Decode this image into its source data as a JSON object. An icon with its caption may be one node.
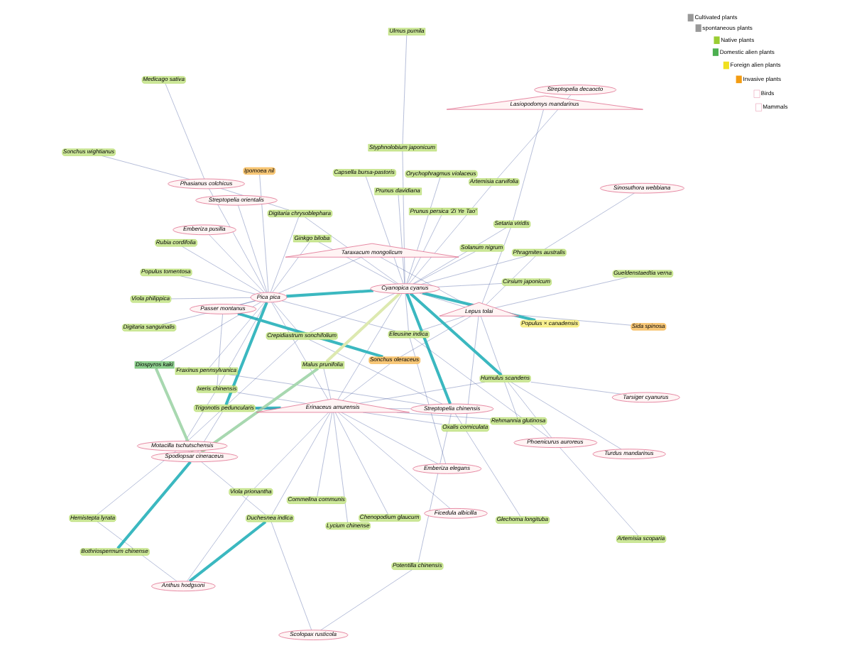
{
  "diagram": {
    "nodes": [
      {
        "text": [
          "Erinaceus amurensis"
        ]
      },
      {
        "text": [
          "Lepus tolai"
        ]
      },
      {
        "text": [
          "Cyanopica cyanus"
        ]
      },
      {
        "text": [
          "Pica pica"
        ]
      },
      {
        "text": [
          "Spodiopsar cineraceus"
        ]
      },
      {
        "text": [
          "Passer montanus"
        ]
      },
      {
        "text": [
          "Streptopelia chinensis"
        ]
      },
      {
        "text": [
          "Ficedula albicilla"
        ]
      },
      {
        "text": [
          "Lycium chinense"
        ]
      },
      {
        "text": [
          "Chenopodium glaucum"
        ]
      },
      {
        "text": [
          "Rehmannia glutinosa"
        ]
      },
      {
        "text": [
          "Oxalis corniculata"
        ]
      },
      {
        "text": [
          "Sida spinosa"
        ]
      },
      {
        "text": [
          "Gueldenstaedtia verna"
        ]
      },
      {
        "text": [
          "Sonchus oleraceus"
        ]
      },
      {
        "text": [
          "Taraxacum mongolicum"
        ]
      },
      {
        "text": [
          "Phragmites australis"
        ]
      },
      {
        "text": [
          "Sinosuthora webbiana"
        ]
      },
      {
        "text": [
          "Emberiza elegans"
        ]
      },
      {
        "text": [
          "Lasiopodomys mandarinus"
        ]
      },
      {
        "text": [
          "Setaria viridis"
        ]
      },
      {
        "text": [
          "Eleusine indica"
        ]
      },
      {
        "text": [
          "Streptopelia decaocto"
        ]
      },
      {
        "text": [
          "Artemisia carvifolia"
        ]
      },
      {
        "text": [
          "Viola prionantha"
        ]
      },
      {
        "text": [
          "Anthus hodgsoni"
        ]
      },
      {
        "text": [
          "Duchesnea indica"
        ]
      },
      {
        "text": [
          "Commelina communis"
        ]
      },
      {
        "text": [
          "Artemisia scoparia"
        ]
      },
      {
        "text": [
          "Phoenicurus auroreus"
        ]
      },
      {
        "text": [
          "Orychophragmus violaceus"
        ]
      },
      {
        "text": [
          "Phasianus colchicus"
        ]
      },
      {
        "text": [
          "Hemistepta lyrata"
        ]
      },
      {
        "text": [
          "Ixeris chinensis"
        ]
      },
      {
        "text": [
          "Motacilla tschutschensis"
        ]
      },
      {
        "text": [
          "Viola philippica"
        ]
      },
      {
        "text": [
          "Tarsiger cyanurus"
        ]
      },
      {
        "text": [
          "Prunus davidiana"
        ]
      },
      {
        "text": [
          "Capsella bursa-pastoris"
        ]
      },
      {
        "text": [
          "Sonchus wightianus"
        ]
      },
      {
        "text": [
          "Medicago sativa"
        ]
      },
      {
        "text": [
          "Humulus scandens"
        ]
      },
      {
        "text": [
          "Scolopax rusticola"
        ]
      },
      {
        "text": [
          "Crepidiastrum sonchifolium"
        ]
      },
      {
        "text": [
          "Turdus mandarinus"
        ]
      },
      {
        "text": [
          "Malus prunifolia"
        ]
      },
      {
        "text": [
          "Cirsium japonicum"
        ]
      },
      {
        "text": [
          "Populus × canadensis"
        ]
      },
      {
        "text": [
          "Prunus persica 'Zi Ye Tao'"
        ]
      },
      {
        "text": [
          "Solanum nigrum"
        ]
      },
      {
        "text": [
          "Digitaria chrysoblephara"
        ]
      },
      {
        "text": [
          "Bothriospermum chinense"
        ]
      },
      {
        "text": [
          "Streptopelia orientalis"
        ]
      },
      {
        "text": [
          "Styphnolobium japonicum"
        ]
      },
      {
        "text": [
          "Ulmus pumila"
        ]
      },
      {
        "text": [
          "Trigonotis peduncularis"
        ]
      },
      {
        "text": [
          "Potentilla chinensis"
        ]
      },
      {
        "text": [
          "Emberiza pusilla"
        ]
      },
      {
        "text": [
          "Diospyros kaki"
        ]
      },
      {
        "text": [
          "Populus tomentosa"
        ]
      },
      {
        "text": [
          "Rubia cordifolia"
        ]
      },
      {
        "text": [
          "Ginkgo biloba"
        ]
      },
      {
        "text": [
          "Fraxinus pennsylvanica"
        ]
      },
      {
        "text": [
          "Ipomoea nil"
        ]
      },
      {
        "text": [
          "Glechoma longituba"
        ]
      },
      {
        "text": [
          "Digitaria sanguinalis"
        ]
      }
    ],
    "edges": [
      {
        "from": 0,
        "to": 7,
        "arrow": "none"
      },
      {
        "from": 0,
        "to": 8,
        "arrow": "none"
      },
      {
        "from": 0,
        "to": 9,
        "arrow": "none"
      },
      {
        "from": 0,
        "to": 10,
        "arrow": "none"
      },
      {
        "from": 0,
        "to": 11,
        "arrow": "none"
      },
      {
        "from": 0,
        "to": 14,
        "arrow": "none"
      },
      {
        "from": 0,
        "to": 18,
        "arrow": "none"
      },
      {
        "from": 0,
        "to": 24,
        "arrow": "none"
      },
      {
        "from": 0,
        "to": 26,
        "arrow": "none"
      },
      {
        "from": 0,
        "to": 27,
        "arrow": "none"
      },
      {
        "from": 0,
        "to": 33,
        "arrow": "none"
      },
      {
        "from": 0,
        "to": 41,
        "arrow": "none"
      },
      {
        "from": 0,
        "to": 45,
        "arrow": "none"
      },
      {
        "from": 0,
        "to": 2,
        "arrow": "none"
      },
      {
        "from": 0,
        "to": 3,
        "arrow": "none"
      },
      {
        "from": 0,
        "to": 55,
        "arrow": "none",
        "style": "thick",
        "color": "#3bb8c0"
      },
      {
        "from": 1,
        "to": 10,
        "arrow": "none"
      },
      {
        "from": 1,
        "to": 11,
        "arrow": "none"
      },
      {
        "from": 1,
        "to": 12,
        "arrow": "none"
      },
      {
        "from": 1,
        "to": 13,
        "arrow": "none"
      },
      {
        "from": 1,
        "to": 14,
        "arrow": "none"
      },
      {
        "from": 1,
        "to": 15,
        "arrow": "none"
      },
      {
        "from": 1,
        "to": 16,
        "arrow": "none"
      },
      {
        "from": 1,
        "to": 20,
        "arrow": "none"
      },
      {
        "from": 1,
        "to": 21,
        "arrow": "none"
      },
      {
        "from": 1,
        "to": 2,
        "arrow": "none"
      },
      {
        "from": 5,
        "to": 14,
        "arrow": "none",
        "style": "thick",
        "color": "#3bb8c0"
      },
      {
        "from": 5,
        "to": 33,
        "arrow": "none"
      },
      {
        "from": 5,
        "to": 3,
        "arrow": "none"
      },
      {
        "from": 16,
        "to": 17,
        "arrow": "none"
      },
      {
        "from": 16,
        "to": 2,
        "arrow": "none"
      },
      {
        "from": 19,
        "to": 20,
        "arrow": "none"
      },
      {
        "from": 15,
        "to": 3,
        "arrow": "none"
      },
      {
        "from": 20,
        "to": 2,
        "arrow": "none"
      },
      {
        "from": 22,
        "to": 23,
        "arrow": "none"
      },
      {
        "from": 23,
        "to": 2,
        "arrow": "none"
      },
      {
        "from": 25,
        "to": 26,
        "arrow": "none",
        "style": "thick",
        "color": "#3bb8c0"
      },
      {
        "from": 25,
        "to": 24,
        "arrow": "none"
      },
      {
        "from": 25,
        "to": 32,
        "arrow": "none"
      },
      {
        "from": 26,
        "to": 42,
        "arrow": "none"
      },
      {
        "from": 26,
        "to": 34,
        "arrow": "none"
      },
      {
        "from": 28,
        "to": 29,
        "arrow": "none"
      },
      {
        "from": 29,
        "to": 21,
        "arrow": "none"
      },
      {
        "from": 29,
        "to": 41,
        "arrow": "none"
      },
      {
        "from": 18,
        "to": 21,
        "arrow": "none"
      },
      {
        "from": 21,
        "to": 3,
        "arrow": "none"
      },
      {
        "from": 21,
        "to": 2,
        "arrow": "none"
      },
      {
        "from": 30,
        "to": 2,
        "arrow": "none"
      },
      {
        "from": 31,
        "to": 39,
        "arrow": "none"
      },
      {
        "from": 31,
        "to": 40,
        "arrow": "none"
      },
      {
        "from": 31,
        "to": 3,
        "arrow": "none"
      },
      {
        "from": 32,
        "to": 34,
        "arrow": "none"
      },
      {
        "from": 34,
        "to": 33,
        "arrow": "none"
      },
      {
        "from": 34,
        "to": 43,
        "arrow": "none"
      },
      {
        "from": 33,
        "to": 3,
        "arrow": "none"
      },
      {
        "from": 35,
        "to": 3,
        "arrow": "none"
      },
      {
        "from": 36,
        "to": 41,
        "arrow": "none"
      },
      {
        "from": 37,
        "to": 2,
        "arrow": "none"
      },
      {
        "from": 38,
        "to": 2,
        "arrow": "none"
      },
      {
        "from": 41,
        "to": 2,
        "arrow": "none",
        "style": "thick",
        "color": "#3bb8c0"
      },
      {
        "from": 41,
        "to": 44,
        "arrow": "none"
      },
      {
        "from": 43,
        "to": 2,
        "arrow": "none"
      },
      {
        "from": 43,
        "to": 3,
        "arrow": "none"
      },
      {
        "from": 43,
        "to": 6,
        "arrow": "none"
      },
      {
        "from": 45,
        "to": 2,
        "arrow": "none",
        "style": "thick",
        "color": "#dde9b0"
      },
      {
        "from": 45,
        "to": 4,
        "arrow": "none",
        "style": "thick",
        "color": "#a8d8b0"
      },
      {
        "from": 46,
        "to": 2,
        "arrow": "none"
      },
      {
        "from": 47,
        "to": 2,
        "arrow": "none",
        "style": "thick",
        "color": "#3bb8c0"
      },
      {
        "from": 48,
        "to": 2,
        "arrow": "none"
      },
      {
        "from": 49,
        "to": 2,
        "arrow": "none"
      },
      {
        "from": 50,
        "to": 2,
        "arrow": "none"
      },
      {
        "from": 50,
        "to": 31,
        "arrow": "none"
      },
      {
        "from": 50,
        "to": 3,
        "arrow": "none"
      },
      {
        "from": 51,
        "to": 4,
        "arrow": "none",
        "style": "thick",
        "color": "#3bb8c0"
      },
      {
        "from": 52,
        "to": 3,
        "arrow": "none"
      },
      {
        "from": 53,
        "to": 2,
        "arrow": "none"
      },
      {
        "from": 54,
        "to": 53,
        "arrow": "none"
      },
      {
        "from": 55,
        "to": 4,
        "arrow": "none"
      },
      {
        "from": 55,
        "to": 3,
        "arrow": "none",
        "style": "thick",
        "color": "#3bb8c0"
      },
      {
        "from": 55,
        "to": 6,
        "arrow": "none"
      },
      {
        "from": 56,
        "to": 42,
        "arrow": "none"
      },
      {
        "from": 56,
        "to": 6,
        "arrow": "none"
      },
      {
        "from": 57,
        "to": 3,
        "arrow": "none"
      },
      {
        "from": 58,
        "to": 4,
        "arrow": "none",
        "style": "thick",
        "color": "#a8d8b0"
      },
      {
        "from": 58,
        "to": 3,
        "arrow": "none"
      },
      {
        "from": 59,
        "to": 3,
        "arrow": "none"
      },
      {
        "from": 60,
        "to": 3,
        "arrow": "none"
      },
      {
        "from": 61,
        "to": 3,
        "arrow": "none"
      },
      {
        "from": 61,
        "to": 2,
        "arrow": "none"
      },
      {
        "from": 62,
        "to": 3,
        "arrow": "none"
      },
      {
        "from": 63,
        "to": 3,
        "arrow": "none"
      },
      {
        "from": 64,
        "to": 6,
        "arrow": "none"
      },
      {
        "from": 65,
        "to": 3,
        "arrow": "none"
      },
      {
        "from": 6,
        "to": 2,
        "arrow": "none",
        "style": "thick",
        "color": "#3bb8c0"
      },
      {
        "from": 6,
        "to": 62,
        "arrow": "none"
      },
      {
        "from": 2,
        "to": 3,
        "arrow": "none",
        "style": "thick",
        "color": "#3bb8c0"
      }
    ],
    "legend": [
      {
        "text": "Cultivated plants",
        "color": "#999999"
      },
      {
        "text": "spontaneous plants",
        "color": "#999999"
      },
      {
        "text": "Native plants",
        "color": "#9acd32"
      },
      {
        "text": "Domestic alien plants",
        "color": "#4caf50"
      },
      {
        "text": "Foreign alien plants",
        "color": "#f0e020"
      },
      {
        "text": "Invasive plants",
        "color": "#f39c12"
      },
      {
        "text": "Birds"
      },
      {
        "text": "Mammals"
      }
    ]
  }
}
